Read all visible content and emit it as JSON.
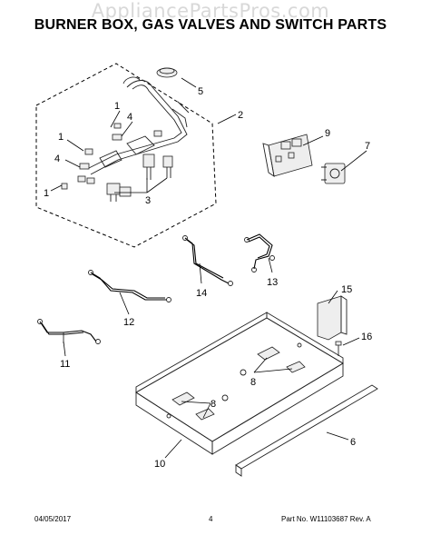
{
  "watermark": "AppliancePartsPros.com",
  "title": "BURNER BOX, GAS VALVES AND SWITCH PARTS",
  "callouts": {
    "c1a": "1",
    "c1b": "1",
    "c1c": "1",
    "c2": "2",
    "c3": "3",
    "c4a": "4",
    "c4b": "4",
    "c5": "5",
    "c6": "6",
    "c7": "7",
    "c8a": "8",
    "c8b": "8",
    "c9": "9",
    "c10": "10",
    "c11": "11",
    "c12": "12",
    "c13": "13",
    "c14": "14",
    "c15": "15",
    "c16": "16"
  },
  "footer": {
    "date": "04/05/2017",
    "page": "4",
    "part_no": "Part No. W11103687  Rev. A"
  }
}
